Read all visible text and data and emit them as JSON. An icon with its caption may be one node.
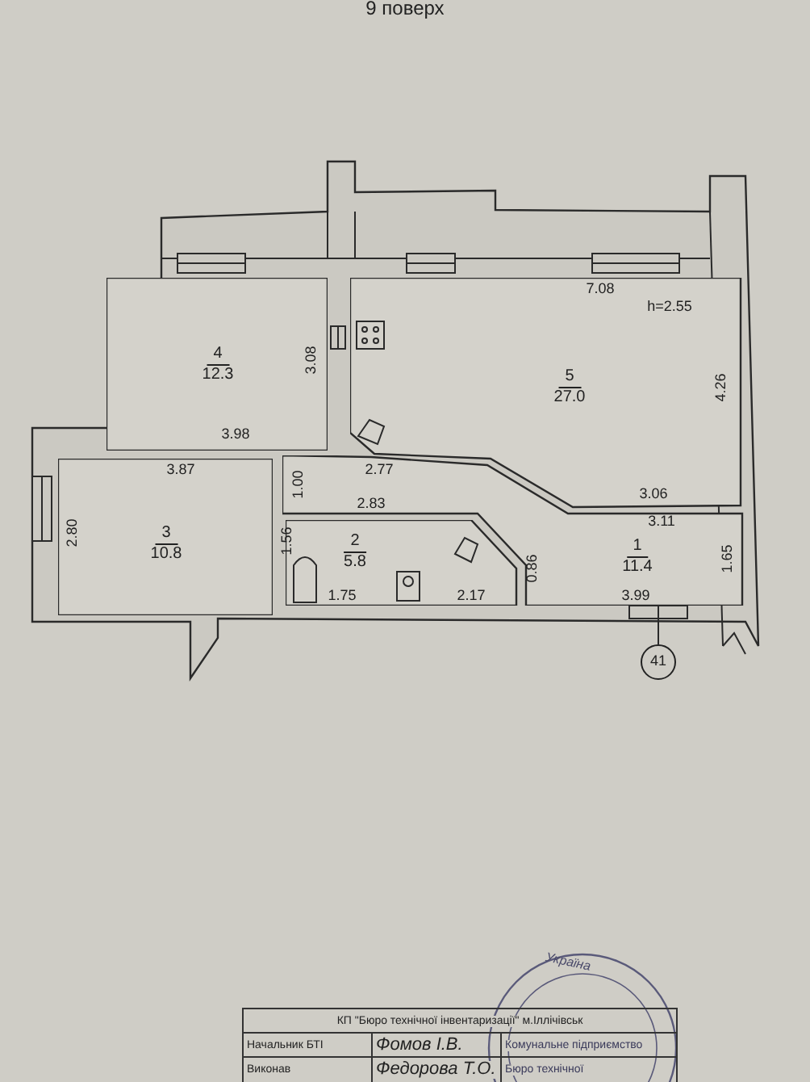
{
  "diagram": {
    "title": "9 поверх",
    "nodes": [
      {
        "text": [
          "4",
          "12.3"
        ]
      },
      {
        "text": [
          "5",
          "27.0"
        ]
      },
      {
        "text": [
          "3",
          "10.8"
        ]
      },
      {
        "text": [
          "2",
          "5.8"
        ]
      },
      {
        "text": [
          "1",
          "11.4"
        ]
      },
      {
        "text": [
          "41"
        ]
      }
    ],
    "edges": [
      {
        "from": 5,
        "to": 4,
        "arrow": "none"
      }
    ],
    "labels": [
      "7.08",
      "h=2.55",
      "4.26",
      "3.08",
      "3.98",
      "3.87",
      "2.77",
      "1.00",
      "2.83",
      "3.06",
      "3.11",
      "1.65",
      "2.80",
      "1.56",
      "1.75",
      "2.17",
      "0.86",
      "3.99",
      "КП \"Бюро технічної інвентаризації\" м.Іллічівськ",
      "Начальник БТІ",
      "Фомов І.В.",
      "Комунальне підприємство",
      "Виконав",
      "Федорова Т.О.",
      "Бюро технічної",
      "Україна"
    ]
  }
}
